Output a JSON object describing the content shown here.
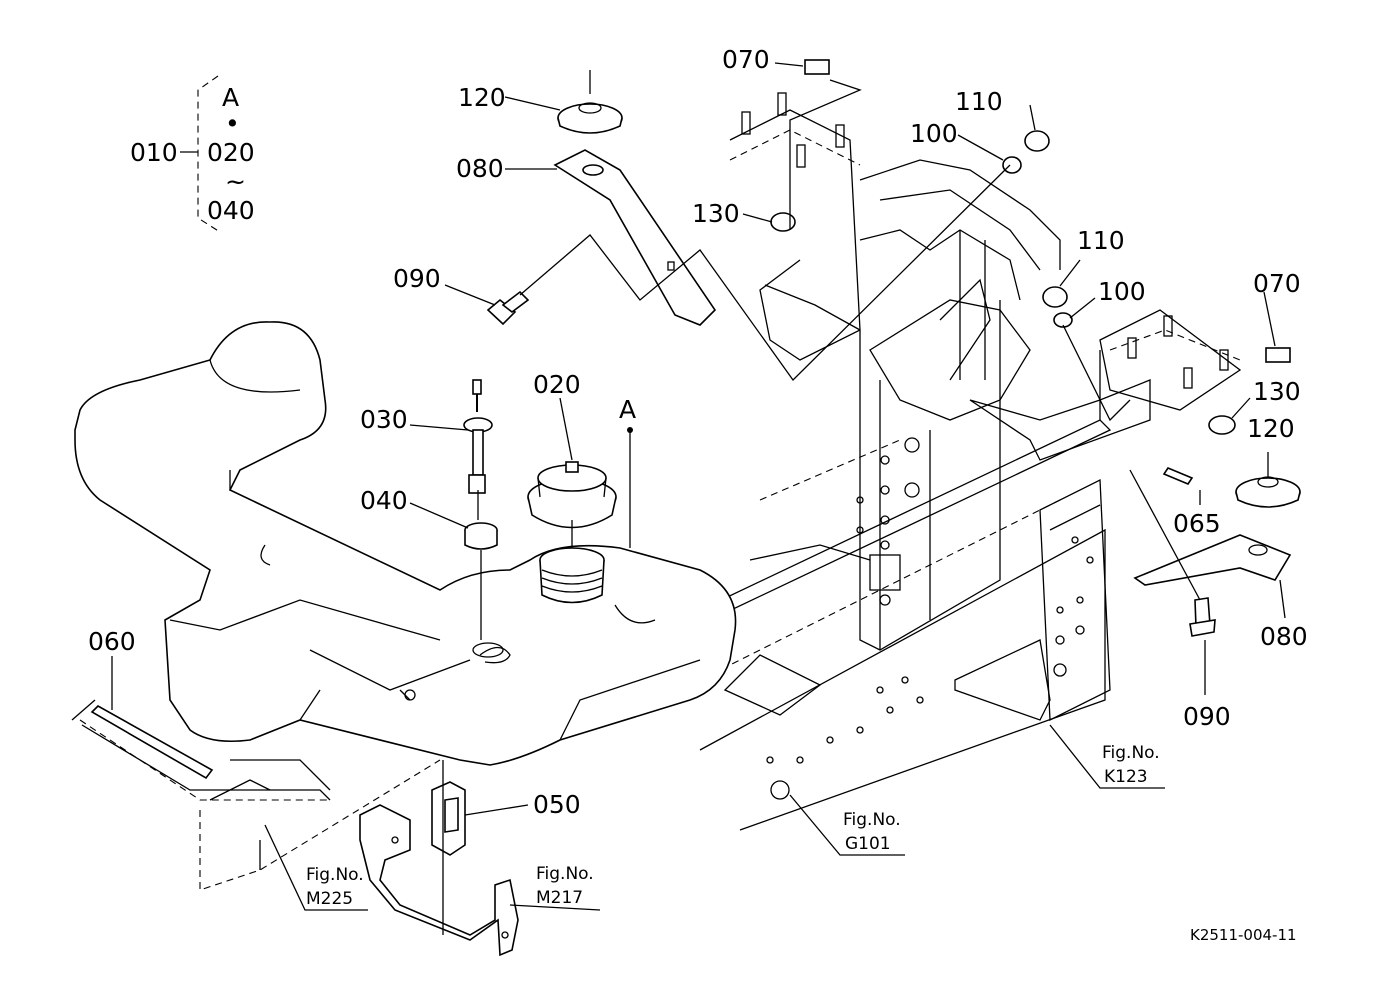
{
  "legend": {
    "parent": "010",
    "top": "A",
    "dot": "•",
    "mid": "020",
    "tilde": "~",
    "bottom": "040"
  },
  "parts": {
    "p020": "020",
    "p030": "030",
    "p040": "040",
    "p050": "050",
    "p060": "060",
    "p065": "065",
    "p070_top": "070",
    "p070_right": "070",
    "p080_top": "080",
    "p080_right": "080",
    "p090_top": "090",
    "p090_right": "090",
    "p100_top": "100",
    "p100_right": "100",
    "p110_top": "110",
    "p110_right": "110",
    "p120_top": "120",
    "p120_right": "120",
    "p130_top": "130",
    "p130_right": "130",
    "point_a": "A"
  },
  "figure_refs": {
    "k123": {
      "label": "Fig.No.",
      "number": "K123"
    },
    "g101": {
      "label": "Fig.No.",
      "number": "G101"
    },
    "m225": {
      "label": "Fig.No.",
      "number": "M225"
    },
    "m217": {
      "label": "Fig.No.",
      "number": "M217"
    }
  },
  "drawing_code": "K2511-004-11"
}
